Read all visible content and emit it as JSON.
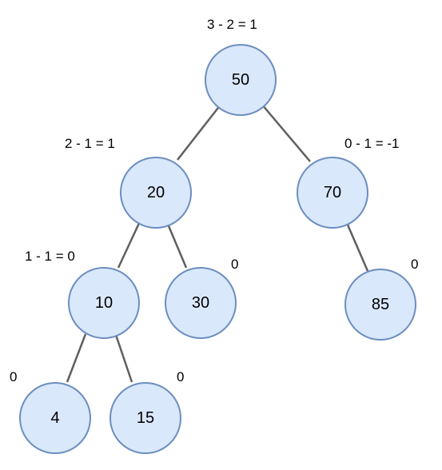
{
  "diagram": {
    "colors": {
      "node_fill": "#dae8fc",
      "node_border": "#6c8ebf",
      "edge": "#5f5f5f",
      "text": "#000000",
      "background": "#ffffff"
    },
    "nodes": {
      "n50": {
        "value": "50"
      },
      "n20": {
        "value": "20"
      },
      "n70": {
        "value": "70"
      },
      "n10": {
        "value": "10"
      },
      "n30": {
        "value": "30"
      },
      "n85": {
        "value": "85"
      },
      "n4": {
        "value": "4"
      },
      "n15": {
        "value": "15"
      }
    },
    "balance_labels": {
      "n50": "3 - 2 = 1",
      "n20": "2 - 1 = 1",
      "n70": "0 - 1 = -1",
      "n10": "1 - 1 = 0",
      "n30": "0",
      "n85": "0",
      "n4": "0",
      "n15": "0"
    }
  }
}
